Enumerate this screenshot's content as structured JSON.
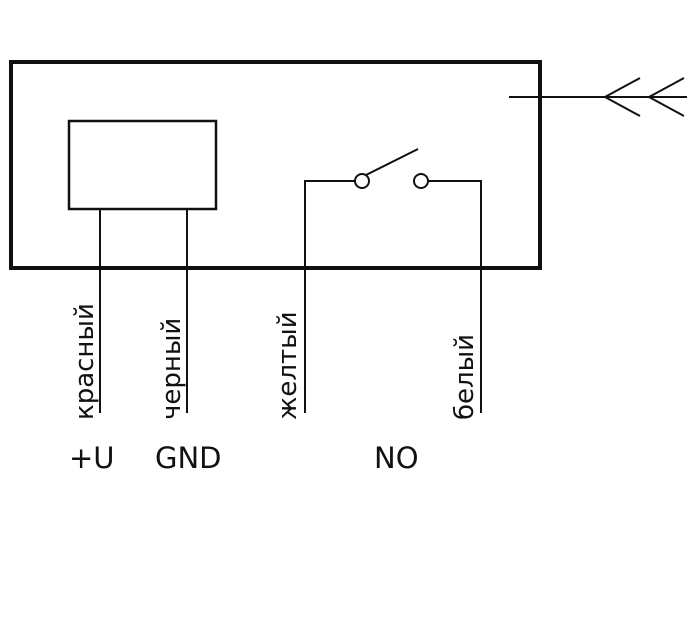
{
  "wires": [
    {
      "id": "red",
      "color_label": "красный",
      "terminal": "+U"
    },
    {
      "id": "black",
      "color_label": "черный",
      "terminal": "GND"
    },
    {
      "id": "yellow",
      "color_label": "желтый",
      "terminal": ""
    },
    {
      "id": "white",
      "color_label": "белый",
      "terminal": ""
    }
  ],
  "contact_label": "NO",
  "colors": {
    "line": "#111111",
    "background": "#ffffff"
  },
  "icons": {
    "switch": "normally-open-switch-icon",
    "antenna": "antenna-icon"
  }
}
